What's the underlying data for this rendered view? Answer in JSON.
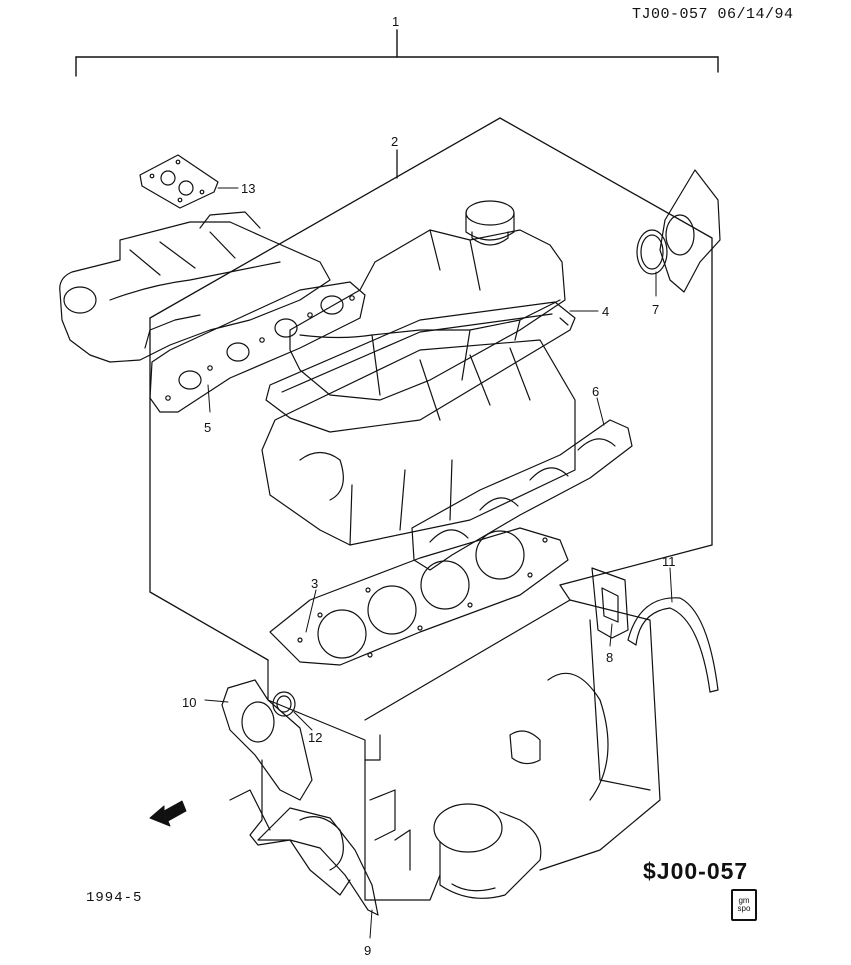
{
  "header": {
    "doc_id": "TJ00-057",
    "date": "06/14/94"
  },
  "callouts": {
    "c1": "1",
    "c2": "2",
    "c3": "3",
    "c4": "4",
    "c5": "5",
    "c6": "6",
    "c7": "7",
    "c8": "8",
    "c9": "9",
    "c10": "10",
    "c11": "11",
    "c12": "12",
    "c13": "13"
  },
  "direction_label": "FWD",
  "footer": {
    "date": "1994-5",
    "code": "$J00-057"
  },
  "logo": {
    "line1": "gm",
    "line2": "spo"
  }
}
